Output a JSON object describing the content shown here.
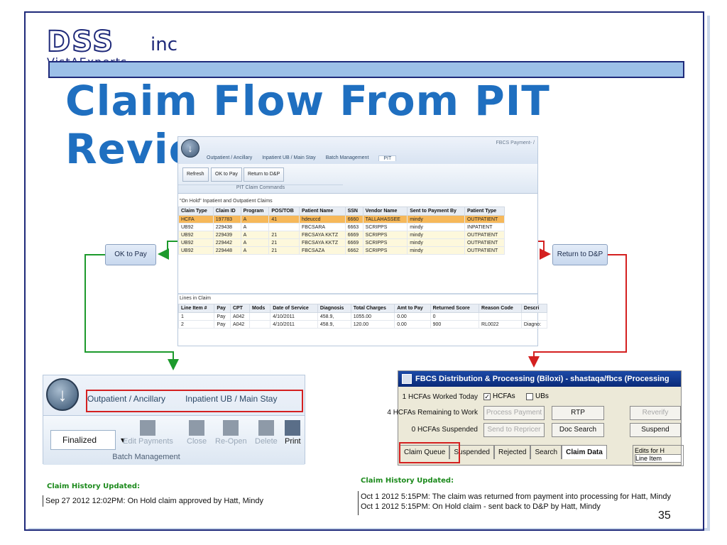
{
  "logo": {
    "main": "DSS",
    "suffix": "inc",
    "tagline": "VistAExperts"
  },
  "title": "Claim Flow From PIT Review",
  "page_number": "35",
  "main_screen": {
    "app_title": "FBCS Payment- /",
    "tabs": [
      "Outpatient / Ancillary",
      "Inpatient UB / Main Stay",
      "Batch Management",
      "PIT"
    ],
    "buttons": {
      "refresh": "Refresh",
      "ok_to_pay": "OK to Pay",
      "return_to_dp": "Return to D&P"
    },
    "group_label": "PIT Claim Commands",
    "claims_caption": "\"On Hold\" Inpatient and Outpatient Claims",
    "claims_headers": [
      "Claim Type",
      "Claim ID",
      "Program",
      "POS/TOB",
      "Patient Name",
      "SSN",
      "Vendor Name",
      "Sent to Payment By",
      "Patient Type"
    ],
    "claims_rows": [
      [
        "HCFA",
        "197783",
        "A",
        "41",
        "hdeuccd",
        "6660",
        "TALLAHASSEE",
        "mindy",
        "OUTPATIENT"
      ],
      [
        "UB92",
        "229438",
        "A",
        "",
        "FBCSARA",
        "6663",
        "SCRIPPS",
        "mindy",
        "INPATIENT"
      ],
      [
        "UB92",
        "229439",
        "A",
        "21",
        "FBCSAYA KKTZ",
        "6669",
        "SCRIPPS",
        "mindy",
        "OUTPATIENT"
      ],
      [
        "UB92",
        "229442",
        "A",
        "21",
        "FBCSAYA KKTZ",
        "6669",
        "SCRIPPS",
        "mindy",
        "OUTPATIENT"
      ],
      [
        "UB92",
        "229448",
        "A",
        "21",
        "FBCSAZA",
        "6662",
        "SCRIPPS",
        "mindy",
        "OUTPATIENT"
      ]
    ],
    "lines_caption": "Lines in Claim",
    "lines_headers": [
      "Line Item #",
      "Pay",
      "CPT",
      "Mods",
      "Date of Service",
      "Diagnosis",
      "Total Charges",
      "Amt to Pay",
      "Returned Score",
      "Reason Code",
      "Descri"
    ],
    "lines_rows": [
      [
        "1",
        "Pay",
        "A042",
        "",
        "4/10/2011",
        "458.9,",
        "1055.00",
        "0.00",
        "0",
        "",
        ""
      ],
      [
        "2",
        "Pay",
        "A042",
        "",
        "4/10/2011",
        "458.9,",
        "120.00",
        "0.00",
        "900",
        "RL0022",
        "Diagno:"
      ]
    ]
  },
  "flow": {
    "ok_to_pay": "OK to Pay",
    "return_to_dp": "Return to D&P"
  },
  "left_screen": {
    "tabs": [
      "Outpatient / Ancillary",
      "Inpatient UB / Main Stay"
    ],
    "dropdown": "Finalized",
    "buttons": [
      "Edit Payments",
      "Close",
      "Re-Open",
      "Delete",
      "Print"
    ],
    "group_label": "Batch Management"
  },
  "right_screen": {
    "title": "FBCS Distribution & Processing (Biloxi) - shastaqa/fbcs (Processing",
    "rows": [
      {
        "label": "1 HCFAs Worked Today",
        "check1": "HCFAs",
        "check2": "UBs"
      },
      {
        "label": "4 HCFAs Remaining to Work",
        "b1": "Process Payment",
        "b2": "RTP",
        "b3": "Reverify"
      },
      {
        "label": "0 HCFAs Suspended",
        "b1": "Send to Repricer",
        "b2": "Doc Search",
        "b3": "Suspend"
      }
    ],
    "tabs": [
      "Claim Queue",
      "Suspended",
      "Rejected",
      "Search",
      "Claim Data"
    ],
    "edits_label": "Edits for H",
    "edits_sub": "Line Item"
  },
  "history_left": {
    "title": "Claim History Updated:",
    "lines": [
      "Sep 27 2012 12:02PM:  On Hold claim approved by Hatt, Mindy"
    ]
  },
  "history_right": {
    "title": "Claim History Updated:",
    "lines": [
      "Oct  1 2012  5:15PM:  The claim was returned from payment into processing for Hatt, Mindy",
      "Oct  1 2012  5:15PM:  On Hold claim - sent back to D&P by Hatt, Mindy"
    ]
  },
  "colors": {
    "title": "#1f6fc0",
    "frame": "#1f2a7a",
    "band": "#9cc0e8",
    "arrow_green": "#1c9a2c",
    "arrow_red": "#d42020",
    "history_title": "#1c8a1c",
    "selected_row": "#f6b85a"
  }
}
